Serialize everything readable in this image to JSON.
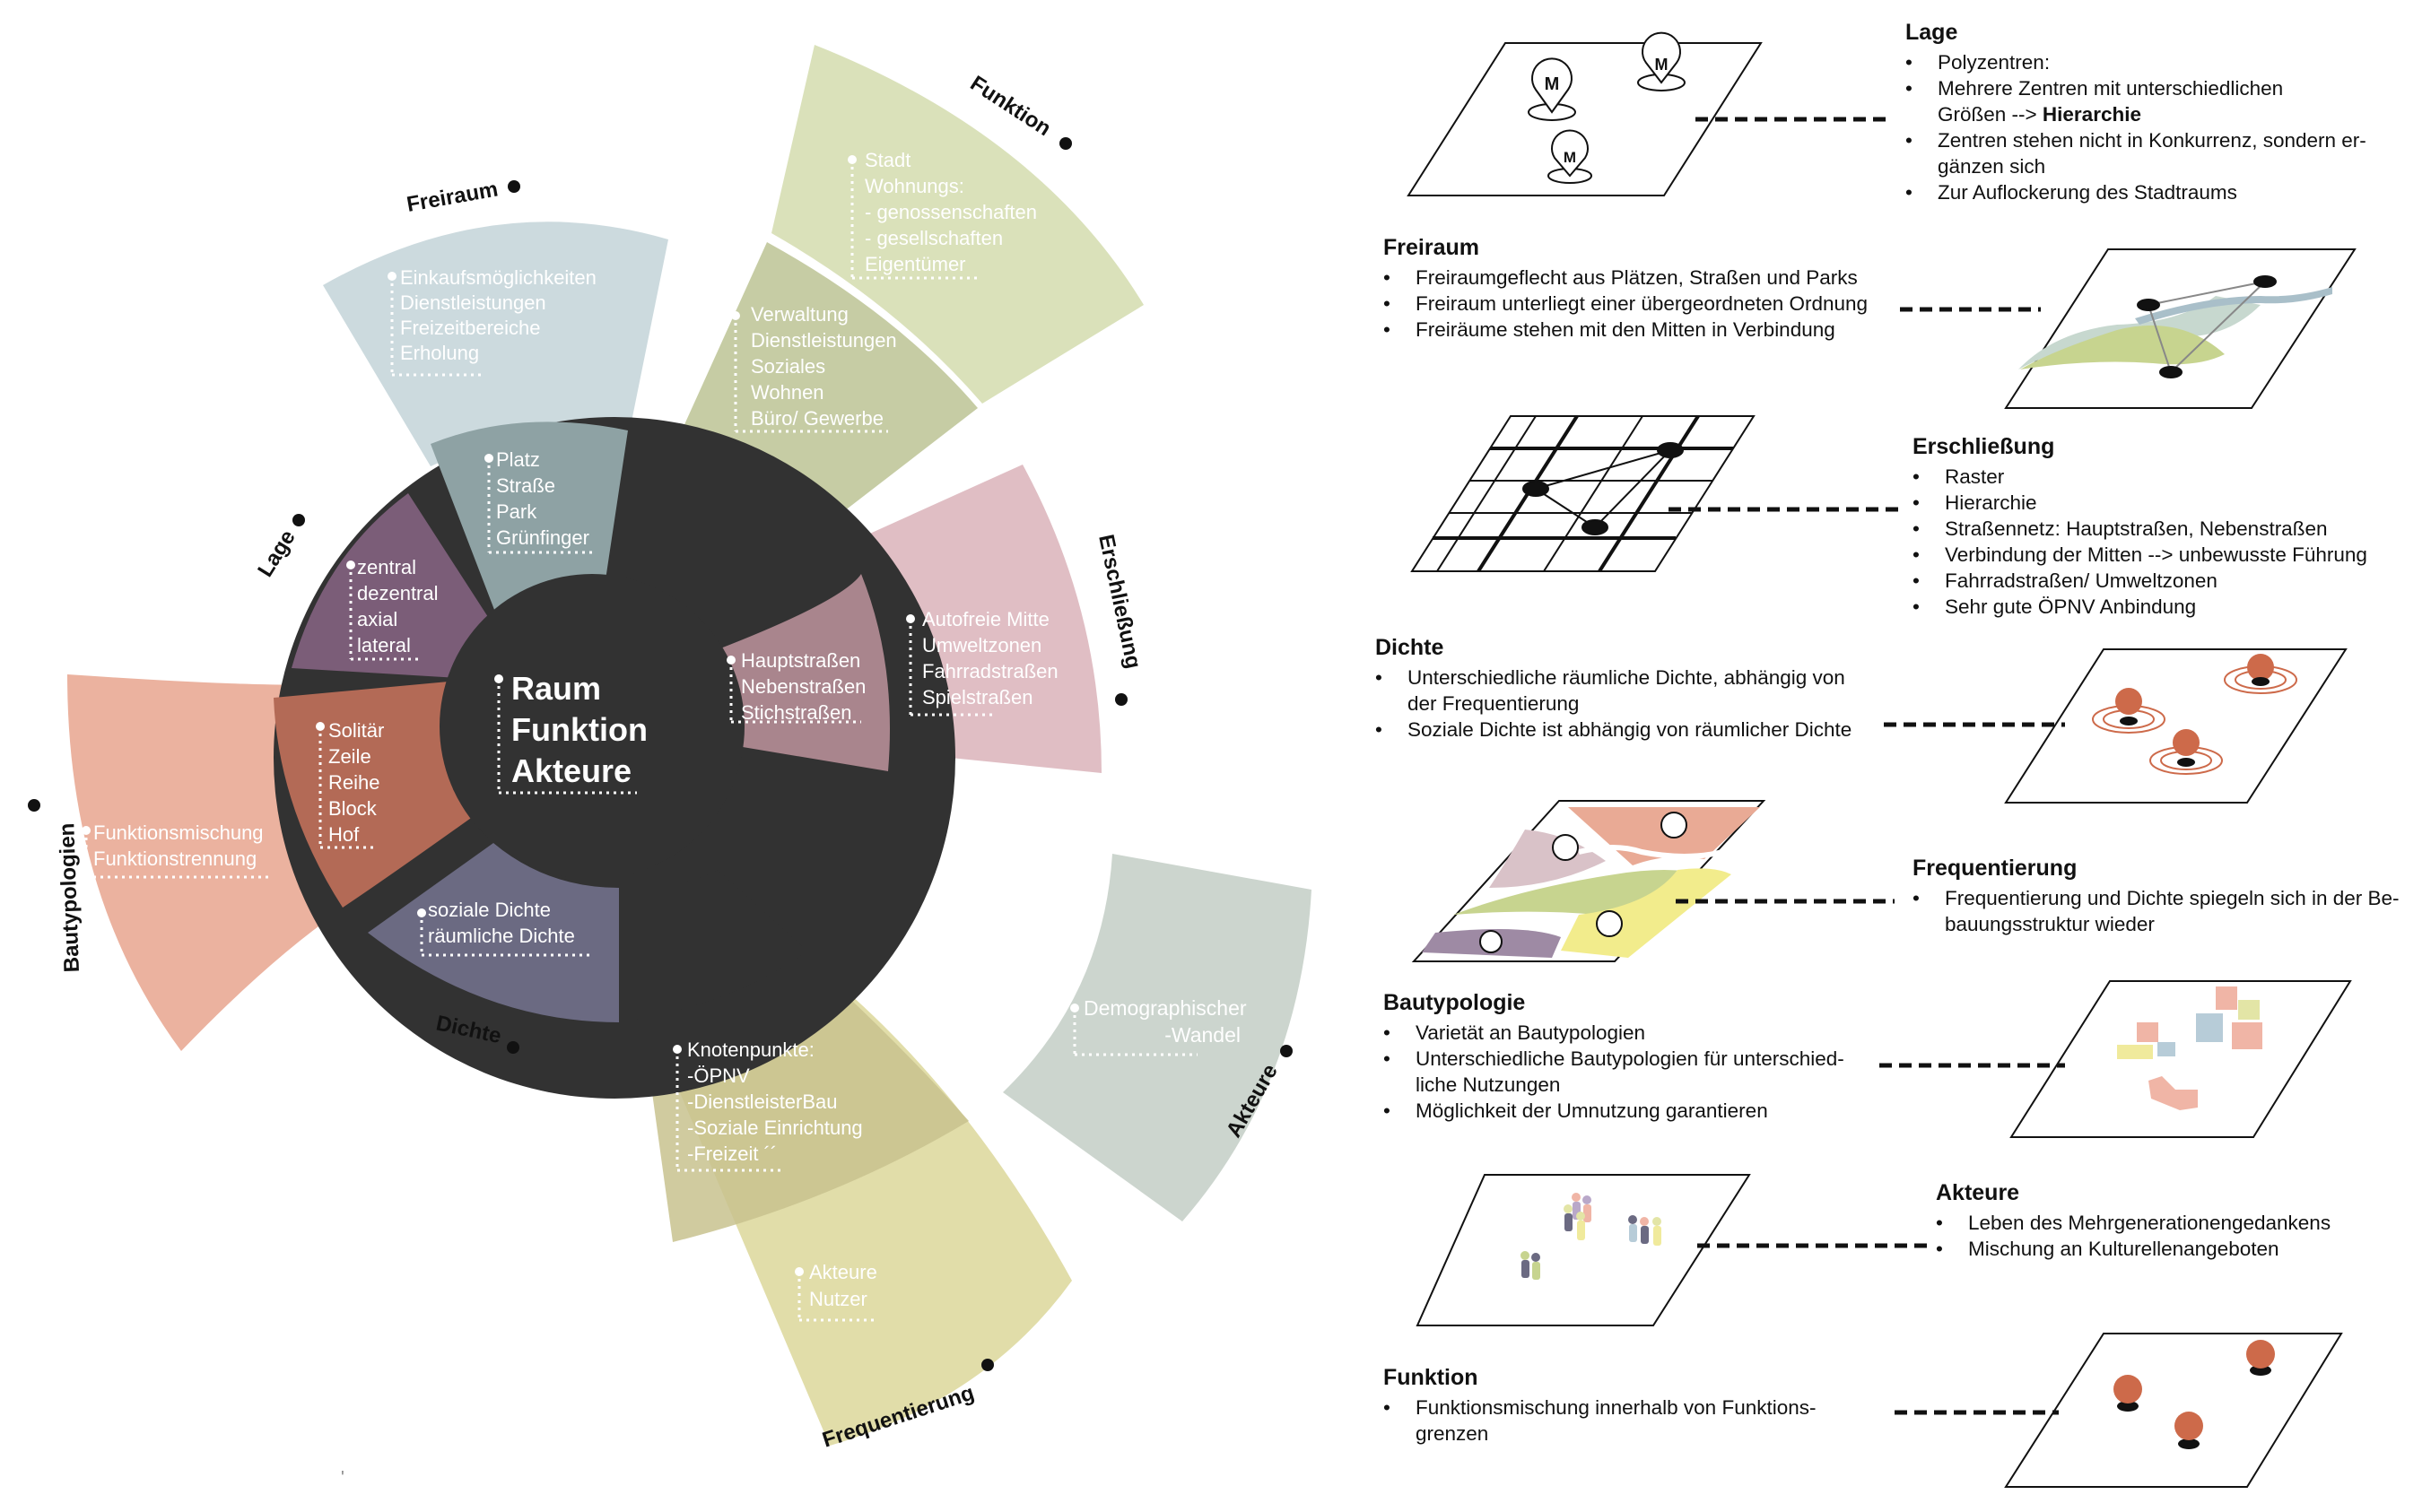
{
  "wheel": {
    "center": [
      "Raum",
      "Funktion",
      "Akteure"
    ],
    "sectors": [
      {
        "id": "lage",
        "title": "Lage",
        "color": "#7b5d78",
        "items": [
          "zentral",
          "dezentral",
          "axial",
          "lateral"
        ]
      },
      {
        "id": "freiraum",
        "title": "Freiraum",
        "color": "#c3d3d8",
        "items": [
          "Platz",
          "Straße",
          "Park",
          "Grünfinger"
        ],
        "outer": [
          "Einkaufsmöglichkeiten",
          "Dienstleistungen",
          "Freizeitbereiche",
          "Erholung"
        ]
      },
      {
        "id": "funktion",
        "title": "Funktion",
        "color": "#d3dcae",
        "items": [
          "Verwaltung",
          "Dienstleistungen",
          "Soziales",
          "Wohnen",
          "Büro/ Gewerbe"
        ],
        "outer": [
          "Stadt",
          "Wohnungs:",
          "- genossenschaften",
          "- gesellschaften",
          "Eigentümer"
        ]
      },
      {
        "id": "erschliessung",
        "title": "Erschließung",
        "color": "#ddb7be",
        "items": [
          "Hauptstraßen",
          "Nebenstraßen",
          "Stichstraßen"
        ],
        "outer": [
          "Autofreie Mitte",
          "Umweltzonen",
          "Fahrradstraßen",
          "Spielstraßen"
        ]
      },
      {
        "id": "bautypologien",
        "title": "Bautypologien",
        "color": "#e9aa95",
        "items": [
          "Solitär",
          "Zeile",
          "Reihe",
          "Block",
          "Hof"
        ],
        "outer": [
          "Funktionsmischung",
          "Funktionstrennung"
        ]
      },
      {
        "id": "dichte",
        "title": "Dichte",
        "color": "#6b6a82",
        "items": [
          "soziale Dichte",
          "räumliche Dichte"
        ]
      },
      {
        "id": "frequentierung",
        "title": "Frequentierung",
        "color": "#ded9a0",
        "items": [
          "Knotenpunkte:",
          "-ÖPNV",
          "-DienstleisterBau",
          "-Soziale Einrichtung",
          "-Freizeit ´´"
        ],
        "outer": [
          "Akteure",
          "Nutzer"
        ]
      },
      {
        "id": "akteure",
        "title": "Akteure",
        "color": "#c9d3cb",
        "outer": [
          "Demographischer",
          "-Wandel"
        ]
      }
    ],
    "footnote": "'"
  },
  "panels": [
    {
      "id": "lage",
      "title": "Lage",
      "items": [
        "Polyzentren:",
        " Mehrere Zentren mit unterschiedlichen",
        "Größen --> ",
        "Zentren stehen nicht in Konkurrenz, sondern er-",
        "gänzen sich",
        "Zur Auflockerung des Stadtraums"
      ],
      "emphasis": "Hierarchie",
      "icons": [
        "M",
        "M",
        "M"
      ]
    },
    {
      "id": "freiraum",
      "title": "Freiraum",
      "items": [
        "Freiraumgeflecht aus Plätzen, Straßen und Parks",
        "Freiraum unterliegt einer übergeordneten Ordnung",
        "Freiräume stehen mit den Mitten in Verbindung"
      ]
    },
    {
      "id": "erschliessung",
      "title": "Erschließung",
      "items": [
        "Raster",
        "Hierarchie",
        "Straßennetz: Hauptstraßen, Nebenstraßen",
        "Verbindung der Mitten --> unbewusste Führung",
        "Fahrradstraßen/ Umweltzonen",
        "Sehr gute ÖPNV Anbindung"
      ]
    },
    {
      "id": "dichte",
      "title": "Dichte",
      "items": [
        "Unterschiedliche räumliche Dichte, abhängig von",
        "der Frequentierung",
        "Soziale Dichte ist abhängig von räumlicher Dichte"
      ]
    },
    {
      "id": "frequentierung",
      "title": "Frequentierung",
      "items": [
        "Frequentierung und Dichte spiegeln sich in der Be-",
        "bauungsstruktur wieder"
      ]
    },
    {
      "id": "bautypologie",
      "title": "Bautypologie",
      "items": [
        "Varietät an Bautypologien",
        "Unterschiedliche Bautypologien für unterschied-",
        "liche Nutzungen",
        "Möglichkeit der Umnutzung garantieren"
      ]
    },
    {
      "id": "akteure",
      "title": "Akteure",
      "items": [
        "Leben des Mehrgenerationengedankens",
        "Mischung an Kulturellenangeboten"
      ]
    },
    {
      "id": "funktion",
      "title": "Funktion",
      "items": [
        "Funktionsmischung innerhalb von Funktions-",
        "grenzen"
      ]
    }
  ],
  "colors": {
    "hub": "#323232",
    "accent_orange": "#cd6a4a",
    "leader": "#111111",
    "label_text": "#ffffff"
  }
}
